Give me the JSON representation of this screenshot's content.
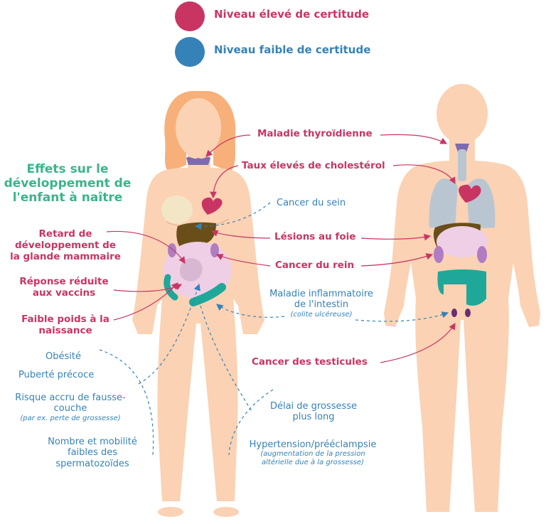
{
  "legend": {
    "high_label": "Niveau élevé de certitude",
    "low_label": "Niveau faible de certitude",
    "high_color": "#c93563",
    "low_color": "#3582b8"
  },
  "child_effects_title": "Effets sur le développement de l'enfant à naître",
  "high_certainty": {
    "thyroid": "Maladie thyroïdienne",
    "cholesterol": "Taux élevés de cholestérol",
    "liver": "Lésions au foie",
    "kidney_cancer": "Cancer du rein",
    "testicular_cancer": "Cancer des testicules",
    "mammary_delay": "Retard de développement de la glande mammaire",
    "vaccine_response": "Réponse réduite aux vaccins",
    "low_birth_weight": "Faible poids à la naissance"
  },
  "low_certainty": {
    "breast_cancer": "Cancer du sein",
    "ibd": "Maladie inflammatoire de l'intestin",
    "ibd_note": "(colite ulcéreuse)",
    "obesity": "Obésité",
    "early_puberty": "Puberté précoce",
    "miscarriage": "Risque accru de fausse-couche",
    "miscarriage_note": "(par ex. perte de grossesse)",
    "sperm": "Nombre et mobilité faibles des spermatozoïdes",
    "pregnancy_delay": "Délai de grossesse plus long",
    "hypertension": "Hypertension/prééclampsie",
    "hypertension_note": "(augmentation de la pression altérielle due à la grossesse)"
  },
  "colors": {
    "skin": "#fbd2b4",
    "hair": "#f7b07a",
    "thyroid": "#7d6bb0",
    "heart": "#c93563",
    "liver": "#6a4e1a",
    "kidney": "#b07cc2",
    "intestine": "#1fa89a",
    "lungs": "#b9c6d2",
    "stomach": "#efcfe6"
  }
}
